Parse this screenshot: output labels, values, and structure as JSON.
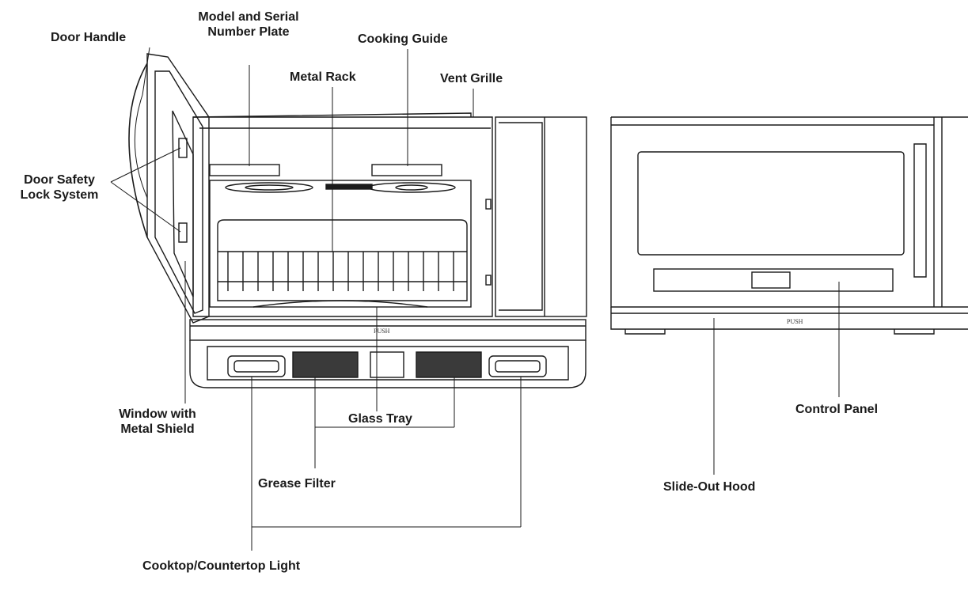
{
  "labels": {
    "door_handle": "Door Handle",
    "model_plate_l1": "Model and Serial",
    "model_plate_l2": "Number Plate",
    "cooking_guide": "Cooking Guide",
    "metal_rack": "Metal Rack",
    "vent_grille": "Vent Grille",
    "door_safety_l1": "Door Safety",
    "door_safety_l2": "Lock System",
    "window_l1": "Window with",
    "window_l2": "Metal Shield",
    "glass_tray": "Glass Tray",
    "grease_filter": "Grease Filter",
    "cooktop_light": "Cooktop/Countertop Light",
    "control_panel": "Control Panel",
    "slide_out_hood": "Slide-Out Hood"
  },
  "push_text": "PUSH",
  "colors": {
    "line": "#1a1a1a",
    "text": "#1a1a1a",
    "shade": "#d9d9d9"
  }
}
